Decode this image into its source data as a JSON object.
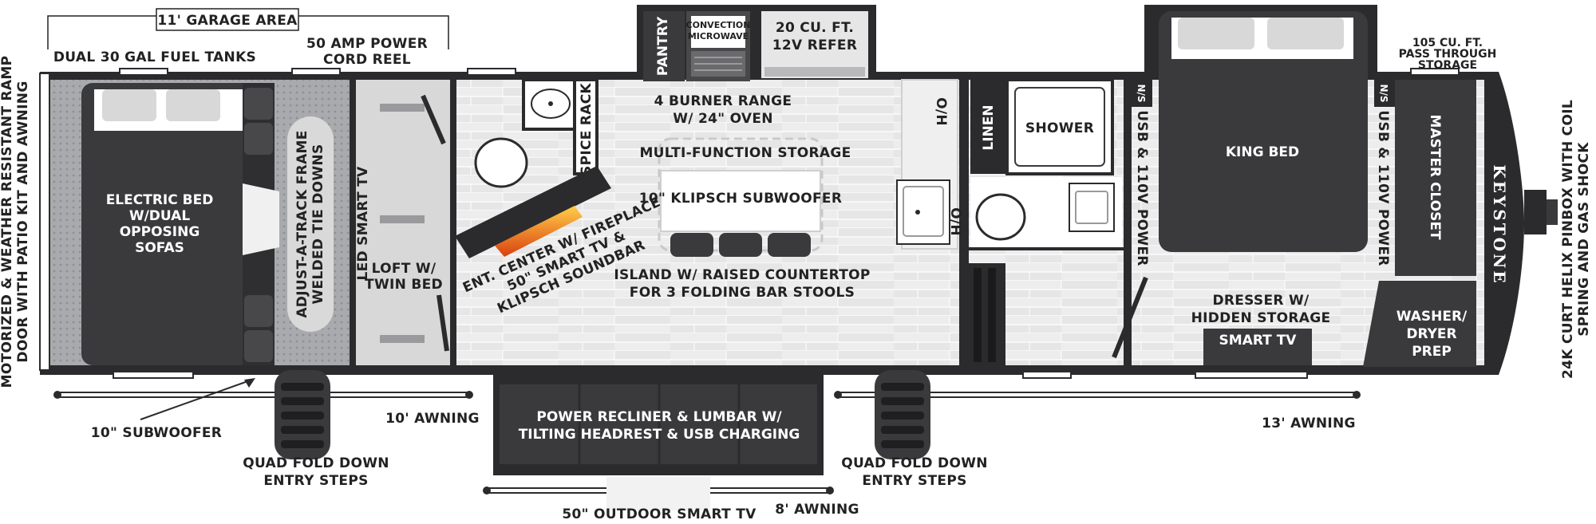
{
  "labels": {
    "garage_area": "11' GARAGE AREA",
    "fuel_tanks": "DUAL 30 GAL FUEL TANKS",
    "power_cord_1": "50 AMP POWER",
    "power_cord_2": "CORD REEL",
    "ramp_door_1": "MOTORIZED & WEATHER RESISTANT RAMP",
    "ramp_door_2": "DOOR WITH PATIO KIT AND AWNING",
    "electric_bed_1": "ELECTRIC BED",
    "electric_bed_2": "W/DUAL",
    "electric_bed_3": "OPPOSING",
    "electric_bed_4": "SOFAS",
    "adjust_track_1": "ADJUST-A-TRACK FRAME",
    "adjust_track_2": "WELDED TIE DOWNS",
    "led_tv": "LED SMART TV",
    "loft_1": "LOFT W/",
    "loft_2": "TWIN BED",
    "subwoofer_garage": "10\" SUBWOOFER",
    "quad_steps_1_a": "QUAD FOLD DOWN",
    "quad_steps_1_b": "ENTRY STEPS",
    "awning_10": "10' AWNING",
    "pantry": "PANTRY",
    "microwave_1": "CONVECTION",
    "microwave_2": "MICROWAVE",
    "refer_1": "20 CU. FT.",
    "refer_2": "12V REFER",
    "range_1": "4 BURNER RANGE",
    "range_2": "W/ 24\" OVEN",
    "spice_rack": "SPICE RACK",
    "multi_storage": "MULTI-FUNCTION STORAGE",
    "klipsch_sub": "10\" KLIPSCH SUBWOOFER",
    "ent_center_1": "ENT. CENTER W/ FIREPLACE",
    "ent_center_2": "50\" SMART TV &",
    "ent_center_3": "KLIPSCH SOUNDBAR",
    "island_1": "ISLAND W/ RAISED COUNTERTOP",
    "island_2": "FOR 3 FOLDING BAR STOOLS",
    "recliner_1": "POWER RECLINER & LUMBAR W/",
    "recliner_2": "TILTING HEADREST & USB CHARGING",
    "outdoor_tv": "50\" OUTDOOR SMART TV",
    "awning_8": "8' AWNING",
    "quad_steps_2_a": "QUAD FOLD DOWN",
    "quad_steps_2_b": "ENTRY STEPS",
    "oh_top": "O/H",
    "oh_bottom": "O/H",
    "linen": "LINEN",
    "shower": "SHOWER",
    "ns_left": "N/S",
    "ns_right": "N/S",
    "usb_left": "USB & 110V POWER",
    "usb_right": "USB & 110V POWER",
    "king_bed": "KING BED",
    "pass_through_1": "105 CU. FT.",
    "pass_through_2": "PASS THROUGH",
    "pass_through_3": "STORAGE",
    "master_closet": "MASTER CLOSET",
    "dresser_1": "DRESSER W/",
    "dresser_2": "HIDDEN STORAGE",
    "smart_tv": "SMART TV",
    "washer_1": "WASHER/",
    "washer_2": "DRYER",
    "washer_3": "PREP",
    "awning_13": "13' AWNING",
    "brand": "KEYSTONE",
    "pinbox_1": "24K CURT HELIX PINBOX WITH COIL",
    "pinbox_2": "SPRING AND GAS SHOCK"
  },
  "colors": {
    "wall": "#2b2b2d",
    "floor": "#e9e9ea",
    "floor_line": "#ffffff",
    "garage_floor": "#a6a7aa",
    "furniture": "#3a3a3d",
    "accent_fire": "#e8641c"
  }
}
